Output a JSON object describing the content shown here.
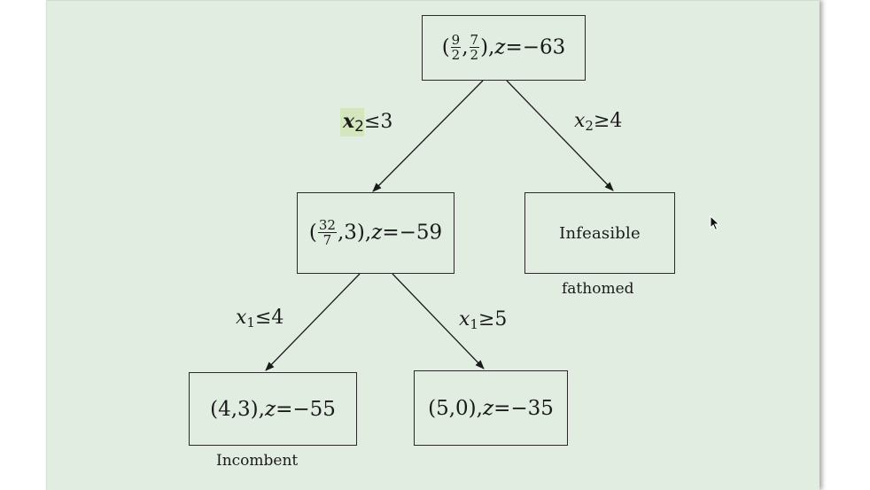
{
  "diagram": {
    "nodes": [
      {
        "id": "root",
        "point_x_num": "9",
        "point_x_den": "2",
        "point_y_num": "7",
        "point_y_den": "2",
        "z_label": "z",
        "z_value": "=−63"
      },
      {
        "id": "left",
        "point_x_num": "32",
        "point_x_den": "7",
        "point_y": "3",
        "z_label": "z",
        "z_value": "=−59"
      },
      {
        "id": "right",
        "text": "Infeasible",
        "caption": "fathomed"
      },
      {
        "id": "left-left",
        "point": "(4,3),",
        "z_label": "z",
        "z_value": "=−55",
        "caption": "Incombent"
      },
      {
        "id": "left-right",
        "point": "(5,0),",
        "z_label": "z",
        "z_value": "=−35"
      }
    ],
    "edges": [
      {
        "from": "root",
        "to": "left",
        "var": "x",
        "sub": "2",
        "rel": "≤3"
      },
      {
        "from": "root",
        "to": "right",
        "var": "x",
        "sub": "2",
        "rel": "≥4"
      },
      {
        "from": "left",
        "to": "left-left",
        "var": "x",
        "sub": "1",
        "rel": "≤4"
      },
      {
        "from": "left",
        "to": "left-right",
        "var": "x",
        "sub": "1",
        "rel": "≥5"
      }
    ],
    "colors": {
      "background": "#e2ede2",
      "highlight": "#d3e6be",
      "ink": "#1a1a1a"
    }
  },
  "cursor": {
    "icon": "mouse-pointer-icon"
  }
}
